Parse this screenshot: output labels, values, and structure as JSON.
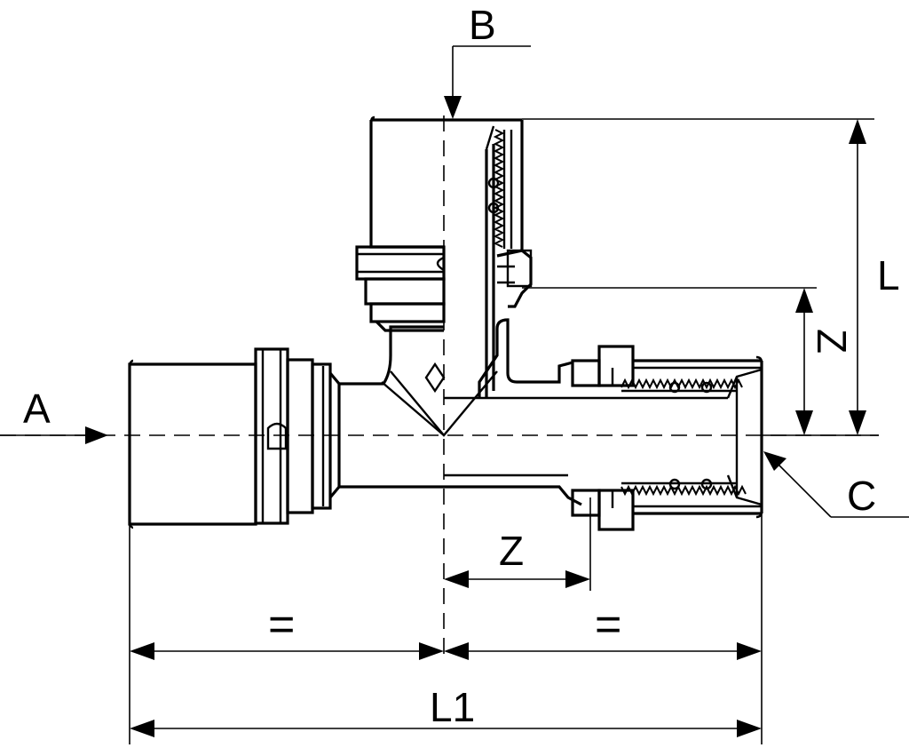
{
  "labels": {
    "a": "A",
    "b": "B",
    "c": "C",
    "l": "L",
    "z_vertical": "Z",
    "z_horizontal": "Z",
    "equal_left": "=",
    "equal_right": "=",
    "l1": "L1"
  }
}
